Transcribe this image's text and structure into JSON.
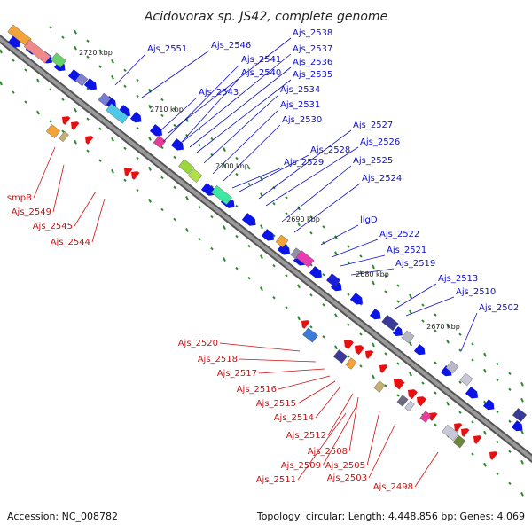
{
  "title": "Acidovorax sp. JS42, complete genome",
  "footer": {
    "accession": "Accession: NC_008782",
    "summary": "Topology: circular; Length: 4,448,856 bp; Genes: 4,069"
  },
  "colors": {
    "backbone": "#888888",
    "plus_strand": "#0a14e6",
    "minus_strand": "#e61010",
    "tick": "#2a8a2a",
    "label_plus": "#1010c8",
    "label_minus": "#d01010"
  },
  "scale_labels": [
    "2720 kbp",
    "2710 kbp",
    "2700 kbp",
    "2690 kbp",
    "2680 kbp",
    "2670 kbp"
  ],
  "plus_labels": [
    "Ajs_2551",
    "Ajs_2546",
    "Ajs_2538",
    "Ajs_2537",
    "Ajs_2536",
    "Ajs_2535",
    "Ajs_2541",
    "Ajs_2540",
    "Ajs_2543",
    "Ajs_2534",
    "Ajs_2531",
    "Ajs_2530",
    "Ajs_2527",
    "Ajs_2526",
    "Ajs_2528",
    "Ajs_2529",
    "Ajs_2525",
    "Ajs_2524",
    "ligD",
    "Ajs_2522",
    "Ajs_2521",
    "Ajs_2519",
    "Ajs_2513",
    "Ajs_2510",
    "Ajs_2502"
  ],
  "minus_labels": [
    "smpB",
    "Ajs_2549",
    "Ajs_2545",
    "Ajs_2544",
    "Ajs_2520",
    "Ajs_2518",
    "Ajs_2517",
    "Ajs_2516",
    "Ajs_2515",
    "Ajs_2514",
    "Ajs_2512",
    "Ajs_2508",
    "Ajs_2509",
    "Ajs_2505",
    "Ajs_2511",
    "Ajs_2503",
    "Ajs_2498"
  ]
}
